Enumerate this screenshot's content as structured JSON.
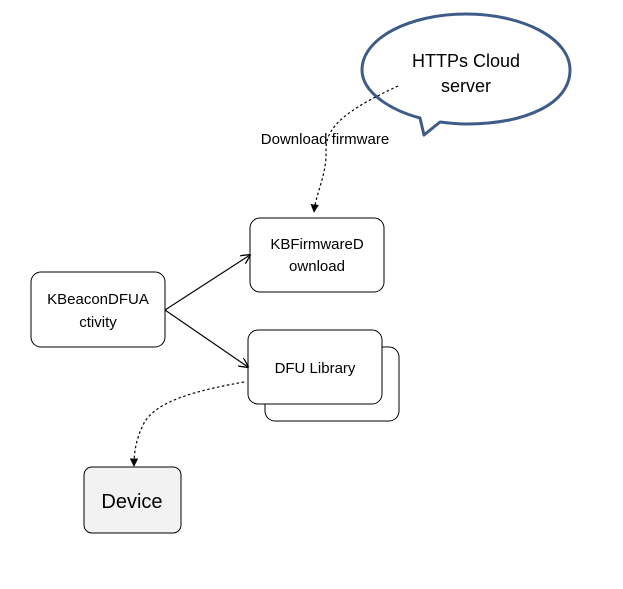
{
  "diagram": {
    "cloud": {
      "line1": "HTTPs Cloud",
      "line2": "server",
      "border_color": "#3E5C8A"
    },
    "edge_label": "Download firmware",
    "nodes": {
      "activity": {
        "line1": "KBeaconDFUA",
        "line2": "ctivity"
      },
      "firmware_download": {
        "line1": "KBFirmwareD",
        "line2": "ownload"
      },
      "dfu_library": {
        "line1": "DFU Library"
      },
      "device": {
        "line1": "Device",
        "fill": "#F2F2F2"
      }
    }
  }
}
